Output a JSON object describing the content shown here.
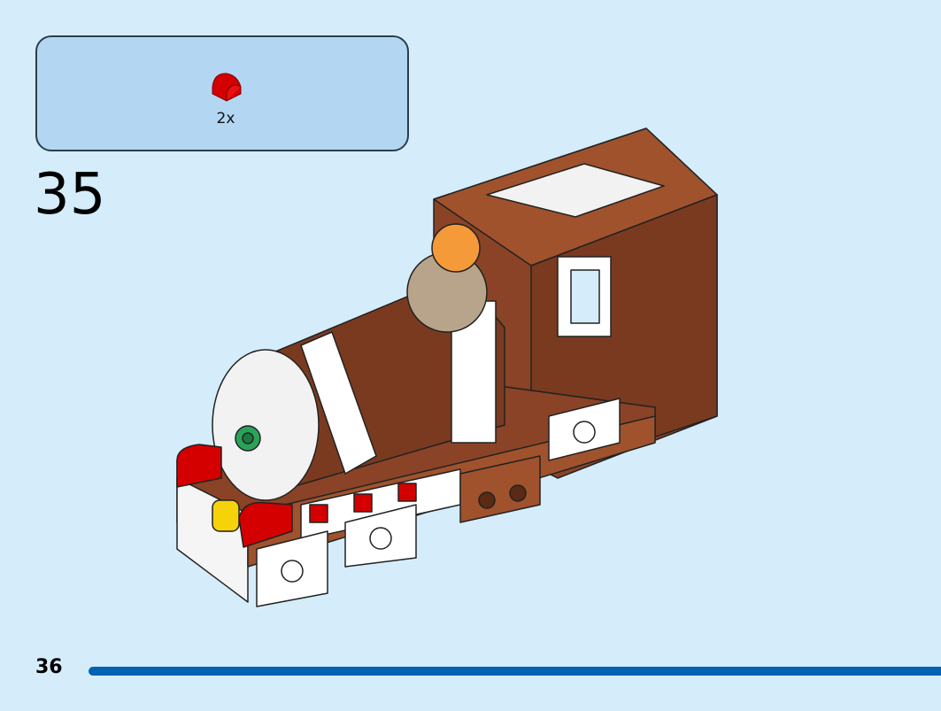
{
  "parts_list": {
    "items": [
      {
        "icon": "red-curved-slope-brick-icon",
        "color": "#d40000",
        "quantity": "2x"
      }
    ]
  },
  "step": {
    "number": "35"
  },
  "footer": {
    "page_number": "36",
    "progress_color": "#0062b0"
  }
}
